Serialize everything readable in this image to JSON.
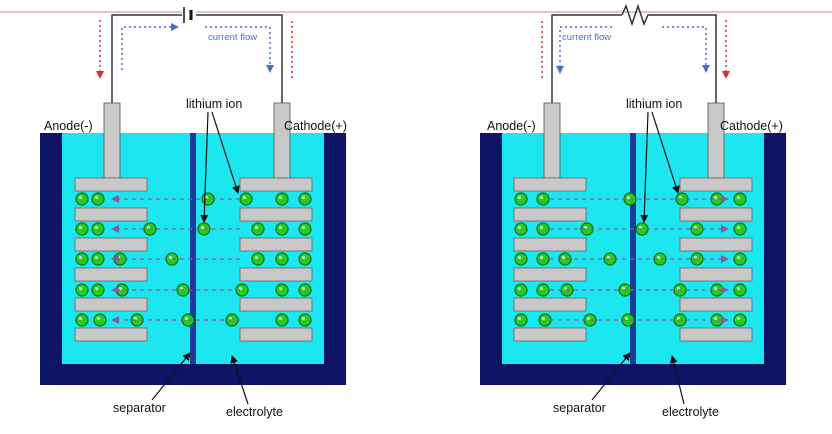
{
  "panels": [
    {
      "id": "charging",
      "circuit_element": "battery-icon",
      "current_flow_label": "current flow",
      "anode_label": "Anode(-)",
      "cathode_label": "Cathode(+)",
      "lithium_ion_label": "lithium ion",
      "separator_label": "separator",
      "electrolyte_label": "electrolyte"
    },
    {
      "id": "discharging",
      "circuit_element": "resistor-icon",
      "current_flow_label": "current flow",
      "anode_label": "Anode(-)",
      "cathode_label": "Cathode(+)",
      "lithium_ion_label": "lithium ion",
      "separator_label": "separator",
      "electrolyte_label": "electrolyte"
    }
  ],
  "colors": {
    "container": "#0d1466",
    "electrolyte": "#1ce6f0",
    "separator": "#1e3a9a",
    "electrode": "#c8c8c8",
    "ion_fill": "#22cc22",
    "ion_stroke": "#0c6b0c",
    "wire": "#333333",
    "flow_red": "#d93030",
    "flow_blue": "#4a6fd0",
    "arrow": "#8a5a9a"
  }
}
